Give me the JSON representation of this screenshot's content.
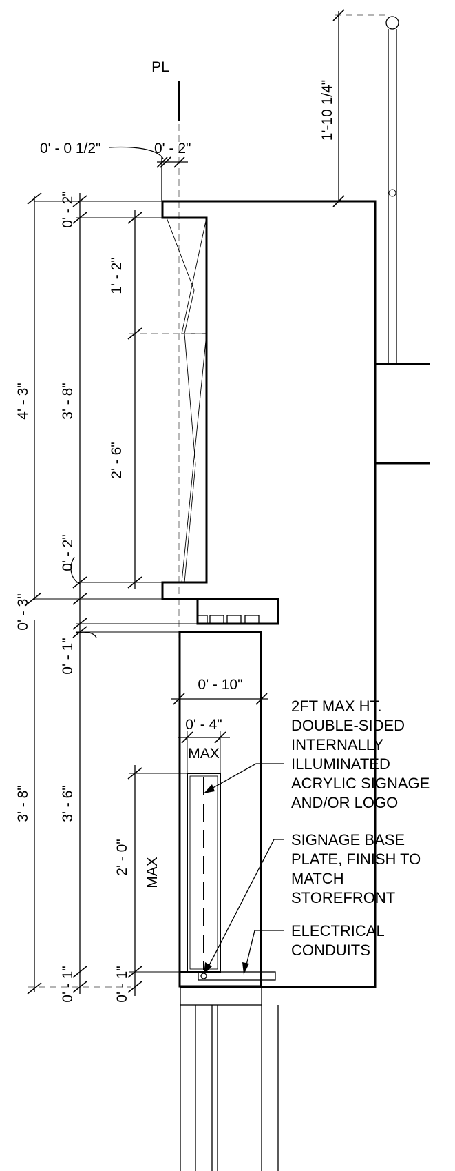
{
  "labels": {
    "pl": "PL",
    "setback": "0' - 0 1/2\"",
    "pl_offset": "0' - 2\"",
    "rail_height": "1'-10 1/4\"",
    "overall_upper": "4' - 3\"",
    "parapet_top": "0' - 2\"",
    "upper_section": "3' - 8\"",
    "top_to_peak": "1' - 2\"",
    "peak_to_bottom": "2' - 6\"",
    "ledge": "0' - 2\"",
    "cap": "0' - 3\"",
    "gap": "0' - 1\"",
    "overall_lower": "3' - 8\"",
    "lower_section": "3' - 6\"",
    "sign_height": "2' - 0\"",
    "sign_height_max": "MAX",
    "base_plate_lower": "0' - 1\"",
    "base_plate_upper": "0' - 1\"",
    "width": "0' - 10\"",
    "sign_depth": "0' - 4\"",
    "sign_depth_max": "MAX"
  },
  "notes": {
    "signage": [
      "2FT MAX HT.",
      "DOUBLE-SIDED",
      "INTERNALLY",
      "ILLUMINATED",
      "ACRYLIC SIGNAGE",
      "AND/OR LOGO"
    ],
    "base_plate": [
      "SIGNAGE BASE",
      "PLATE, FINISH TO",
      "MATCH",
      "STOREFRONT"
    ],
    "conduits": [
      "ELECTRICAL",
      "CONDUITS"
    ]
  }
}
